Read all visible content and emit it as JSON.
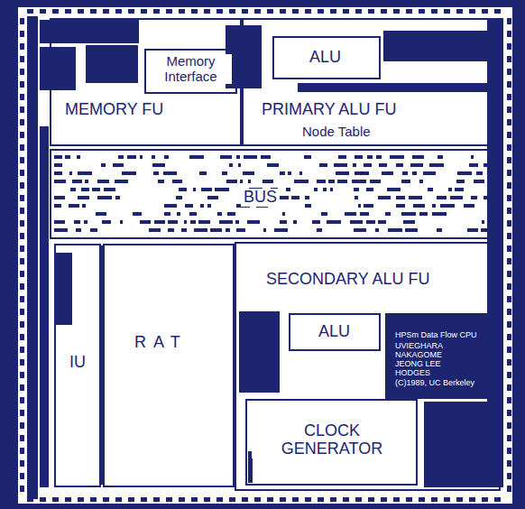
{
  "diagram": {
    "nodes": [
      {
        "text": [
          "MEMORY FU"
        ]
      },
      {
        "text": [
          "Memory Interface"
        ],
        "in": 0
      },
      {
        "text": [
          "PRIMARY ALU FU",
          "Node Table"
        ]
      },
      {
        "text": [
          "ALU"
        ],
        "in": 2
      },
      {
        "text": [
          "BUS"
        ]
      },
      {
        "text": [
          "IU"
        ]
      },
      {
        "text": [
          "RAT"
        ]
      },
      {
        "text": [
          "SECONDARY ALU FU"
        ]
      },
      {
        "text": [
          "ALU"
        ],
        "in": 7
      },
      {
        "text": [
          "HPSm Data Flow CPU",
          "UVIEGHARA NAKAGOME JEONG LEE HODGES",
          "(C)1989, UC Berkeley"
        ],
        "in": 7
      },
      {
        "text": [
          "CLOCK GENERATOR"
        ],
        "in": 7
      }
    ]
  }
}
